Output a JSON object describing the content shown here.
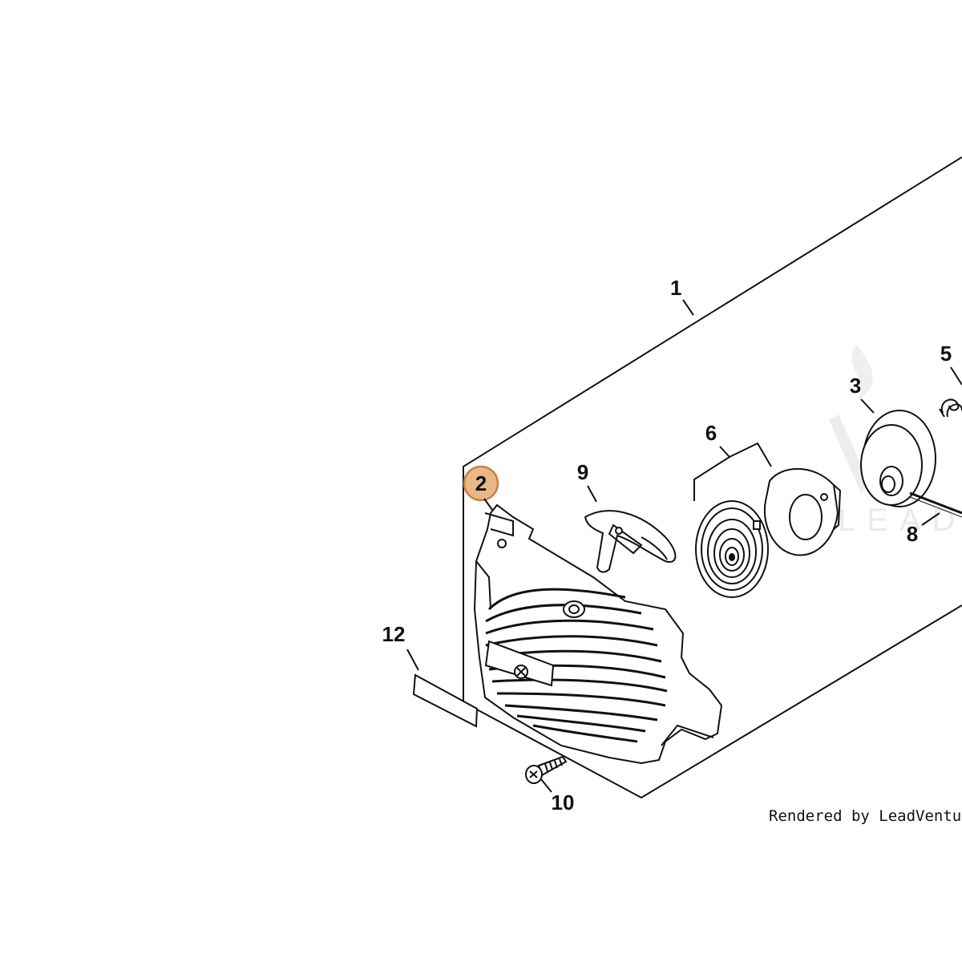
{
  "diagram": {
    "credit": "Rendered by LeadVenture, Inc",
    "watermark": "LEADVENTURE",
    "highlight_color": "#e8b88a",
    "highlight_stroke": "#c9803e",
    "callouts": {
      "c1": "1",
      "c2": "2",
      "c3": "3",
      "c5": "5",
      "c6": "6",
      "c8": "8",
      "c9": "9",
      "c10": "10",
      "c12": "12"
    }
  }
}
